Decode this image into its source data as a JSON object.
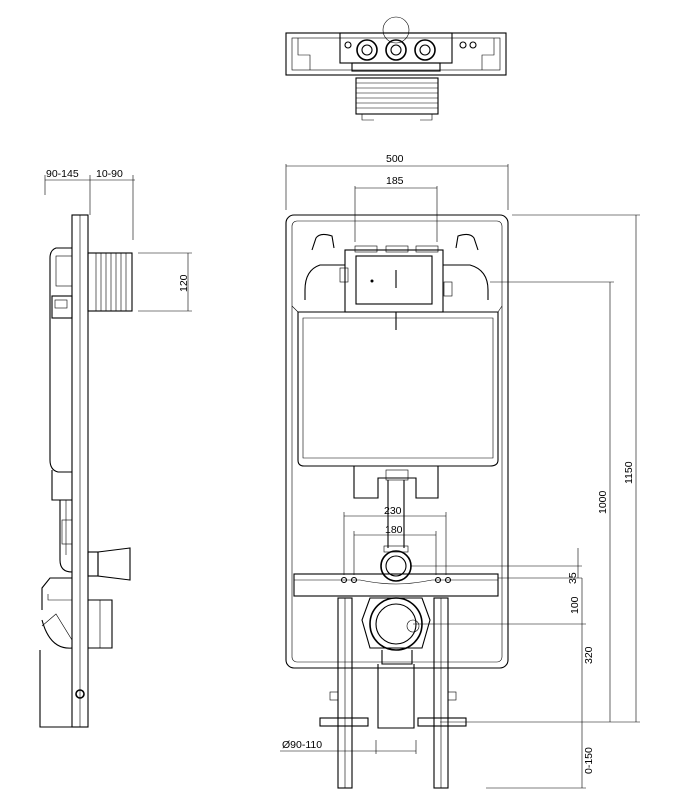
{
  "dimensions": {
    "side_frame_depth": "90-145",
    "side_offset": "10-90",
    "side_flush_height": "120",
    "frame_width": "500",
    "flush_plate_width": "185",
    "frame_height_total": "1150",
    "frame_height_visible": "1000",
    "bracket_spacing_outer": "230",
    "bracket_spacing_inner": "180",
    "inlet_offset": "35",
    "outlet_offset": "100",
    "outlet_height": "320",
    "leg_adjustment": "0-150",
    "drain_diameter": "Ø90-110"
  }
}
